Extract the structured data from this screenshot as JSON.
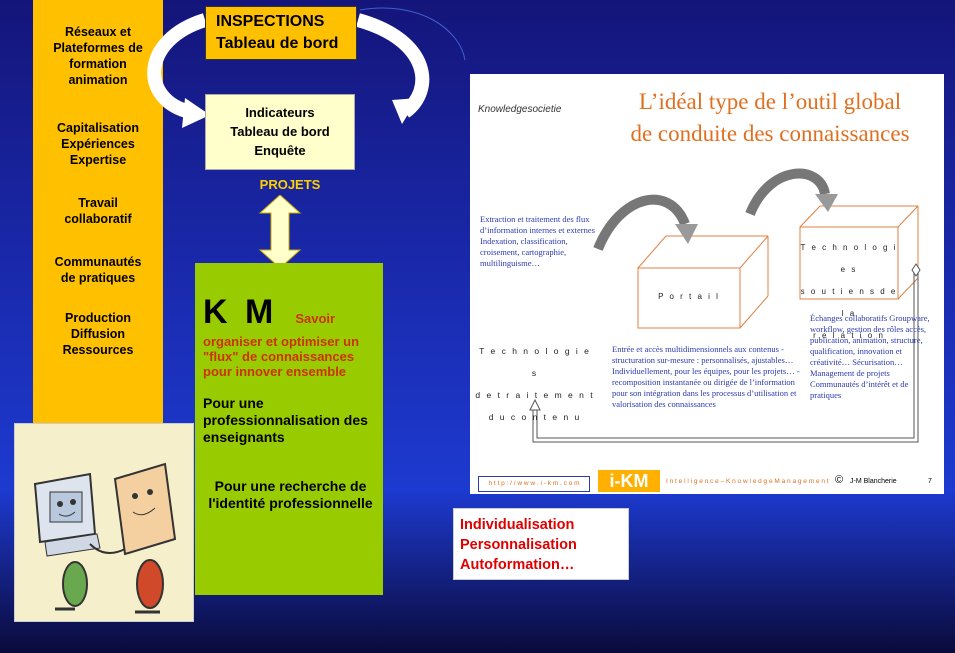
{
  "left_bar": {
    "items": [
      {
        "lines": [
          "Réseaux et",
          "Plateformes de",
          "formation",
          "animation"
        ]
      },
      {
        "lines": [
          "Capitalisation",
          "Expériences",
          "Expertise"
        ]
      },
      {
        "lines": [
          "Travail",
          "collaboratif"
        ]
      },
      {
        "lines": [
          "Communautés",
          "de pratiques"
        ]
      },
      {
        "lines": [
          "Production",
          "Diffusion",
          "Ressources"
        ]
      }
    ]
  },
  "inspections": {
    "line1": "INSPECTIONS",
    "line2": "Tableau de bord"
  },
  "indicateurs": {
    "line1": "Indicateurs",
    "line2": "Tableau de bord",
    "line3": "Enquête"
  },
  "projets": "PROJETS",
  "km": {
    "title": "K M",
    "savoir": "Savoir",
    "subtitle": "organiser et optimiser un \"flux\" de connaissances pour innover ensemble",
    "p1": "Pour une professionnalisation des enseignants",
    "p2": "Pour une recherche de l'identité professionnelle"
  },
  "slide": {
    "logo": "Knowledgesocietie",
    "title_line1": "L’idéal type de l’outil global",
    "title_line2": "de conduite des connaissances",
    "extraction": "Extraction et traitement des flux d’information internes et externes Indexation, classification, croisement, cartographie, multilinguisme…",
    "tech_contenu": [
      "T e c h n o l o g i e s",
      "d e  t r a i t e m e n t",
      "d u  c o n t e n u"
    ],
    "portail": "P o r t a i l",
    "tech_relation": [
      "T e c h n o l o g i e s",
      "s o u t i e n s  d e  l a",
      "r e l a t i o n"
    ],
    "entree": "Entrée et accès multidimensionnels aux contenus - structuration sur-mesure : personnalisés, ajustables… Individuellement, pour les équipes, pour les projets… - recomposition instantanée ou dirigée de l’information pour son intégration dans les processus d’utilisation et valorisation des connaissances",
    "echanges": "Échanges collaboratifs Groupware, workflow, gestion des rôles accès, publication, animation, structure, qualification, innovation et créativité… Sécurisation… Management de projets Communautés d’intérêt et de pratiques",
    "footer_url": "h t t p : / / w w w . i - k m . c o m",
    "footer_logo": "i-KM",
    "footer_text": "I n t e l l i g e n c e  –  K n o w l e d g e  M a n a g e m e n t",
    "footer_copy": "©",
    "footer_author": "J-M Blancherie",
    "page_num": "7"
  },
  "individualisation": {
    "lines": [
      "Individualisation",
      "Personnalisation",
      "Autoformation…"
    ]
  },
  "colors": {
    "yellow": "#ffc000",
    "green": "#99cc00",
    "orange_title": "#e07020",
    "red": "#e00000"
  }
}
